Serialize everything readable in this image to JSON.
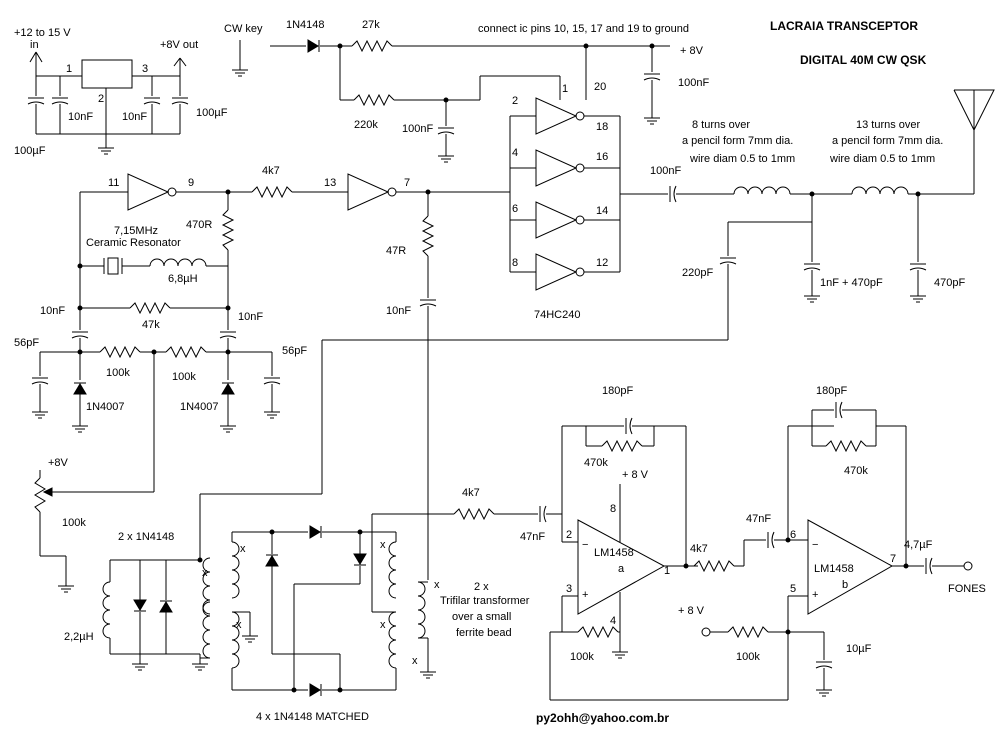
{
  "title": "LACRAIA TRANSCEPTOR",
  "subtitle": "DIGITAL  40M  CW QSK",
  "email": "py2ohh@yahoo.com.br",
  "power": {
    "input_label": "+12 to 15 V",
    "input_sub": "in",
    "output_label": "+8V out",
    "pin1": "1",
    "pin2": "2",
    "pin3": "3",
    "cap_in": "100µF",
    "cap_10n_a": "10nF",
    "cap_10n_b": "10nF",
    "cap_out": "100µF"
  },
  "keying": {
    "cw_key": "CW key",
    "diode": "1N4148",
    "r_27k": "27k",
    "r_220k": "220k",
    "cap_100nf": "100nF",
    "ic_note": "connect ic pins 10, 15, 17 and 19 to ground",
    "plus8v": "+ 8V",
    "pin20": "20",
    "cap_100nf_supply": "100nF"
  },
  "oscillator": {
    "pin11": "11",
    "pin9": "9",
    "pin13": "13",
    "pin7": "7",
    "r_4k7": "4k7",
    "r_470r": "470R",
    "freq": "7,15MHz",
    "resonator": "Ceramic Resonator",
    "inductor": "6,8µH",
    "cap_10nf_l": "10nF",
    "cap_10nf_r": "10nF",
    "r_47k": "47k",
    "r_47r": "47R",
    "cap_10nf_c": "10nF",
    "cap_56pf_l": "56pF",
    "cap_56pf_r": "56pF",
    "r_100k_l": "100k",
    "r_100k_r": "100k",
    "diode_l": "1N4007",
    "diode_r": "1N4007",
    "pot_supply": "+8V",
    "pot_value": "100k"
  },
  "driver": {
    "pins": [
      "2",
      "18",
      "4",
      "16",
      "6",
      "14",
      "8",
      "12"
    ],
    "pin1": "1",
    "ic": "74HC240",
    "cap_100nf": "100nF",
    "coil1_l1": "8 turns over",
    "coil1_l2": "a pencil form 7mm dia.",
    "coil1_l3": "wire diam  0.5 to 1mm",
    "coil2_l1": "13 turns over",
    "coil2_l2": "a pencil form 7mm dia.",
    "coil2_l3": "wire diam  0.5 to 1mm",
    "cap_220pf": "220pF",
    "cap_mid": "1nF + 470pF",
    "cap_470pf": "470pF"
  },
  "mixer": {
    "diodes_front": "2 x 1N4148",
    "inductor": "2,2µH",
    "matched": "4 x 1N4148 MATCHED",
    "xfmr_l1": "2 x",
    "xfmr_l2": "Trifilar transformer",
    "xfmr_l3": "over a small",
    "xfmr_l4": "ferrite bead",
    "dot": "x"
  },
  "audio": {
    "r_4k7_in": "4k7",
    "cap_47nf_in": "47nF",
    "cap_180pf_a": "180pF",
    "r_470k_a": "470k",
    "plus8v_a": "+ 8 V",
    "pin8": "8",
    "pin2": "2",
    "pin3": "3",
    "pin4": "4",
    "pin1": "1",
    "ic_a_l1": "LM1458",
    "ic_a_l2": "a",
    "r_100k_a": "100k",
    "r_4k7_mid": "4k7",
    "cap_47nf_mid": "47nF",
    "pin6": "6",
    "pin5": "5",
    "pin7": "7",
    "ic_b_l1": "LM1458",
    "ic_b_l2": "b",
    "cap_180pf_b": "180pF",
    "r_470k_b": "470k",
    "plus8v_b": "+ 8 V",
    "r_100k_b": "100k",
    "cap_10uf": "10µF",
    "cap_4u7": "4,7µF",
    "fones": "FONES"
  }
}
